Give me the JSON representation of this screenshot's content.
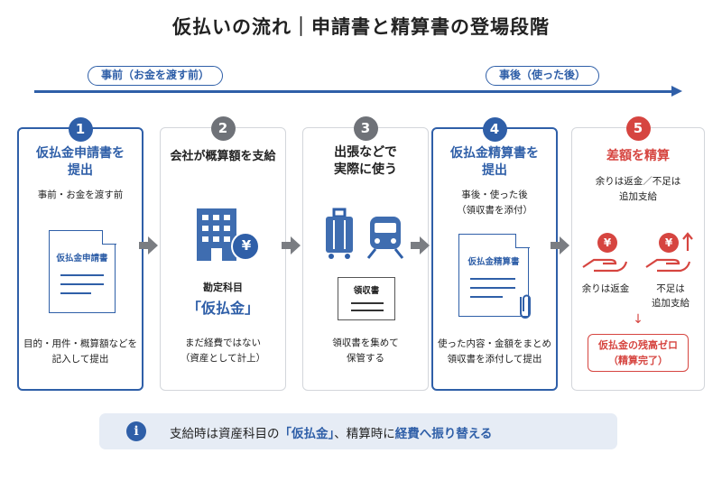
{
  "title": "仮払いの流れ｜申請書と精算書の登場段階",
  "timeline": {
    "before_label": "事前（お金を渡す前）",
    "after_label": "事後（使った後）"
  },
  "steps": [
    {
      "number": "1",
      "title_line1": "仮払金申請書を",
      "title_line2": "提出",
      "subtitle": "事前・お金を渡す前",
      "doc_label": "仮払金申請書",
      "desc_line1": "目的・用件・概算額などを",
      "desc_line2": "記入して提出"
    },
    {
      "number": "2",
      "title": "会社が概算額を支給",
      "icon_symbol": "¥",
      "account_label": "勘定科目",
      "account_name": "「仮払金」",
      "desc_line1": "まだ経費ではない",
      "desc_line2": "（資産として計上）"
    },
    {
      "number": "3",
      "title_line1": "出張などで",
      "title_line2": "実際に使う",
      "receipt_label": "領収書",
      "desc_line1": "領収書を集めて",
      "desc_line2": "保管する"
    },
    {
      "number": "4",
      "title_line1": "仮払金精算書を",
      "title_line2": "提出",
      "subtitle_line1": "事後・使った後",
      "subtitle_line2": "（領収書を添付）",
      "doc_label": "仮払金精算書",
      "desc_line1": "使った内容・金額をまとめ",
      "desc_line2": "領収書を添付して提出"
    },
    {
      "number": "5",
      "title": "差額を精算",
      "subtitle_line1": "余りは返金／不足は",
      "subtitle_line2": "追加支給",
      "coin_symbol": "¥",
      "left_caption": "余りは返金",
      "right_caption_line1": "不足は",
      "right_caption_line2": "追加支給",
      "down_arrow": "↓",
      "final_line1": "仮払金の残高ゼロ",
      "final_line2": "（精算完了）"
    }
  ],
  "note": {
    "icon": "i",
    "part1": "支給時は資産科目の",
    "part2": "「仮払金」",
    "part3": "、精算時に",
    "part4": "経費へ振り替える"
  },
  "colors": {
    "primary": "#2f5fa8",
    "accent": "#d64540",
    "neutral": "#6f7278",
    "note_bg": "#e6ecf5"
  }
}
